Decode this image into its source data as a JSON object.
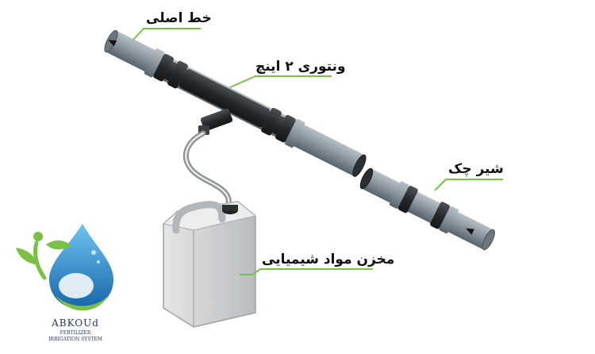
{
  "labels": {
    "main_line": "خط اصلی",
    "venturi": "ونتوری ۲ اینچ",
    "check_valve": "شیر چک",
    "chemical_tank": "مخزن مواد شیمیایی"
  },
  "logo": {
    "name": "ABKOUd",
    "line1": "FERTILIZER",
    "line2": "IRRIGATION SYSTEM"
  },
  "colors": {
    "leader_green": "#7ac143",
    "pipe_gray": "#8e99a2",
    "fitting_dark": "#2a2d30",
    "tank_gray": "#cfd1d3",
    "logo_blue": "#1e88c9",
    "logo_green": "#7ac143"
  }
}
